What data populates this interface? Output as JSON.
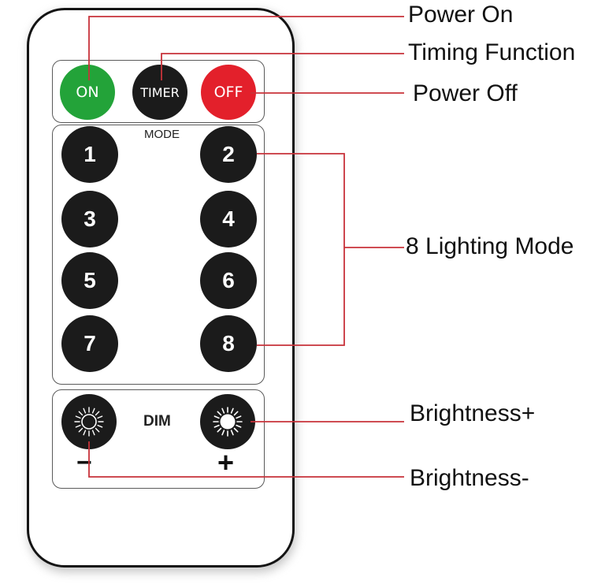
{
  "remote": {
    "top_row": [
      {
        "label": "ON",
        "color": "#23a339"
      },
      {
        "label": "TIMER",
        "color": "#1b1b1b"
      },
      {
        "label": "OFF",
        "color": "#e3202b"
      }
    ],
    "mode_caption": "MODE",
    "mode_buttons": [
      "1",
      "2",
      "3",
      "4",
      "5",
      "6",
      "7",
      "8"
    ],
    "dim_caption": "DIM",
    "minus_symbol": "−",
    "plus_symbol": "+"
  },
  "callouts": {
    "power_on": "Power On",
    "timing_function": "Timing Function",
    "power_off": "Power Off",
    "lighting_mode": "8 Lighting Mode",
    "brightness_plus": "Brightness+",
    "brightness_minus": "Brightness-"
  },
  "line_color": "#c8323a"
}
